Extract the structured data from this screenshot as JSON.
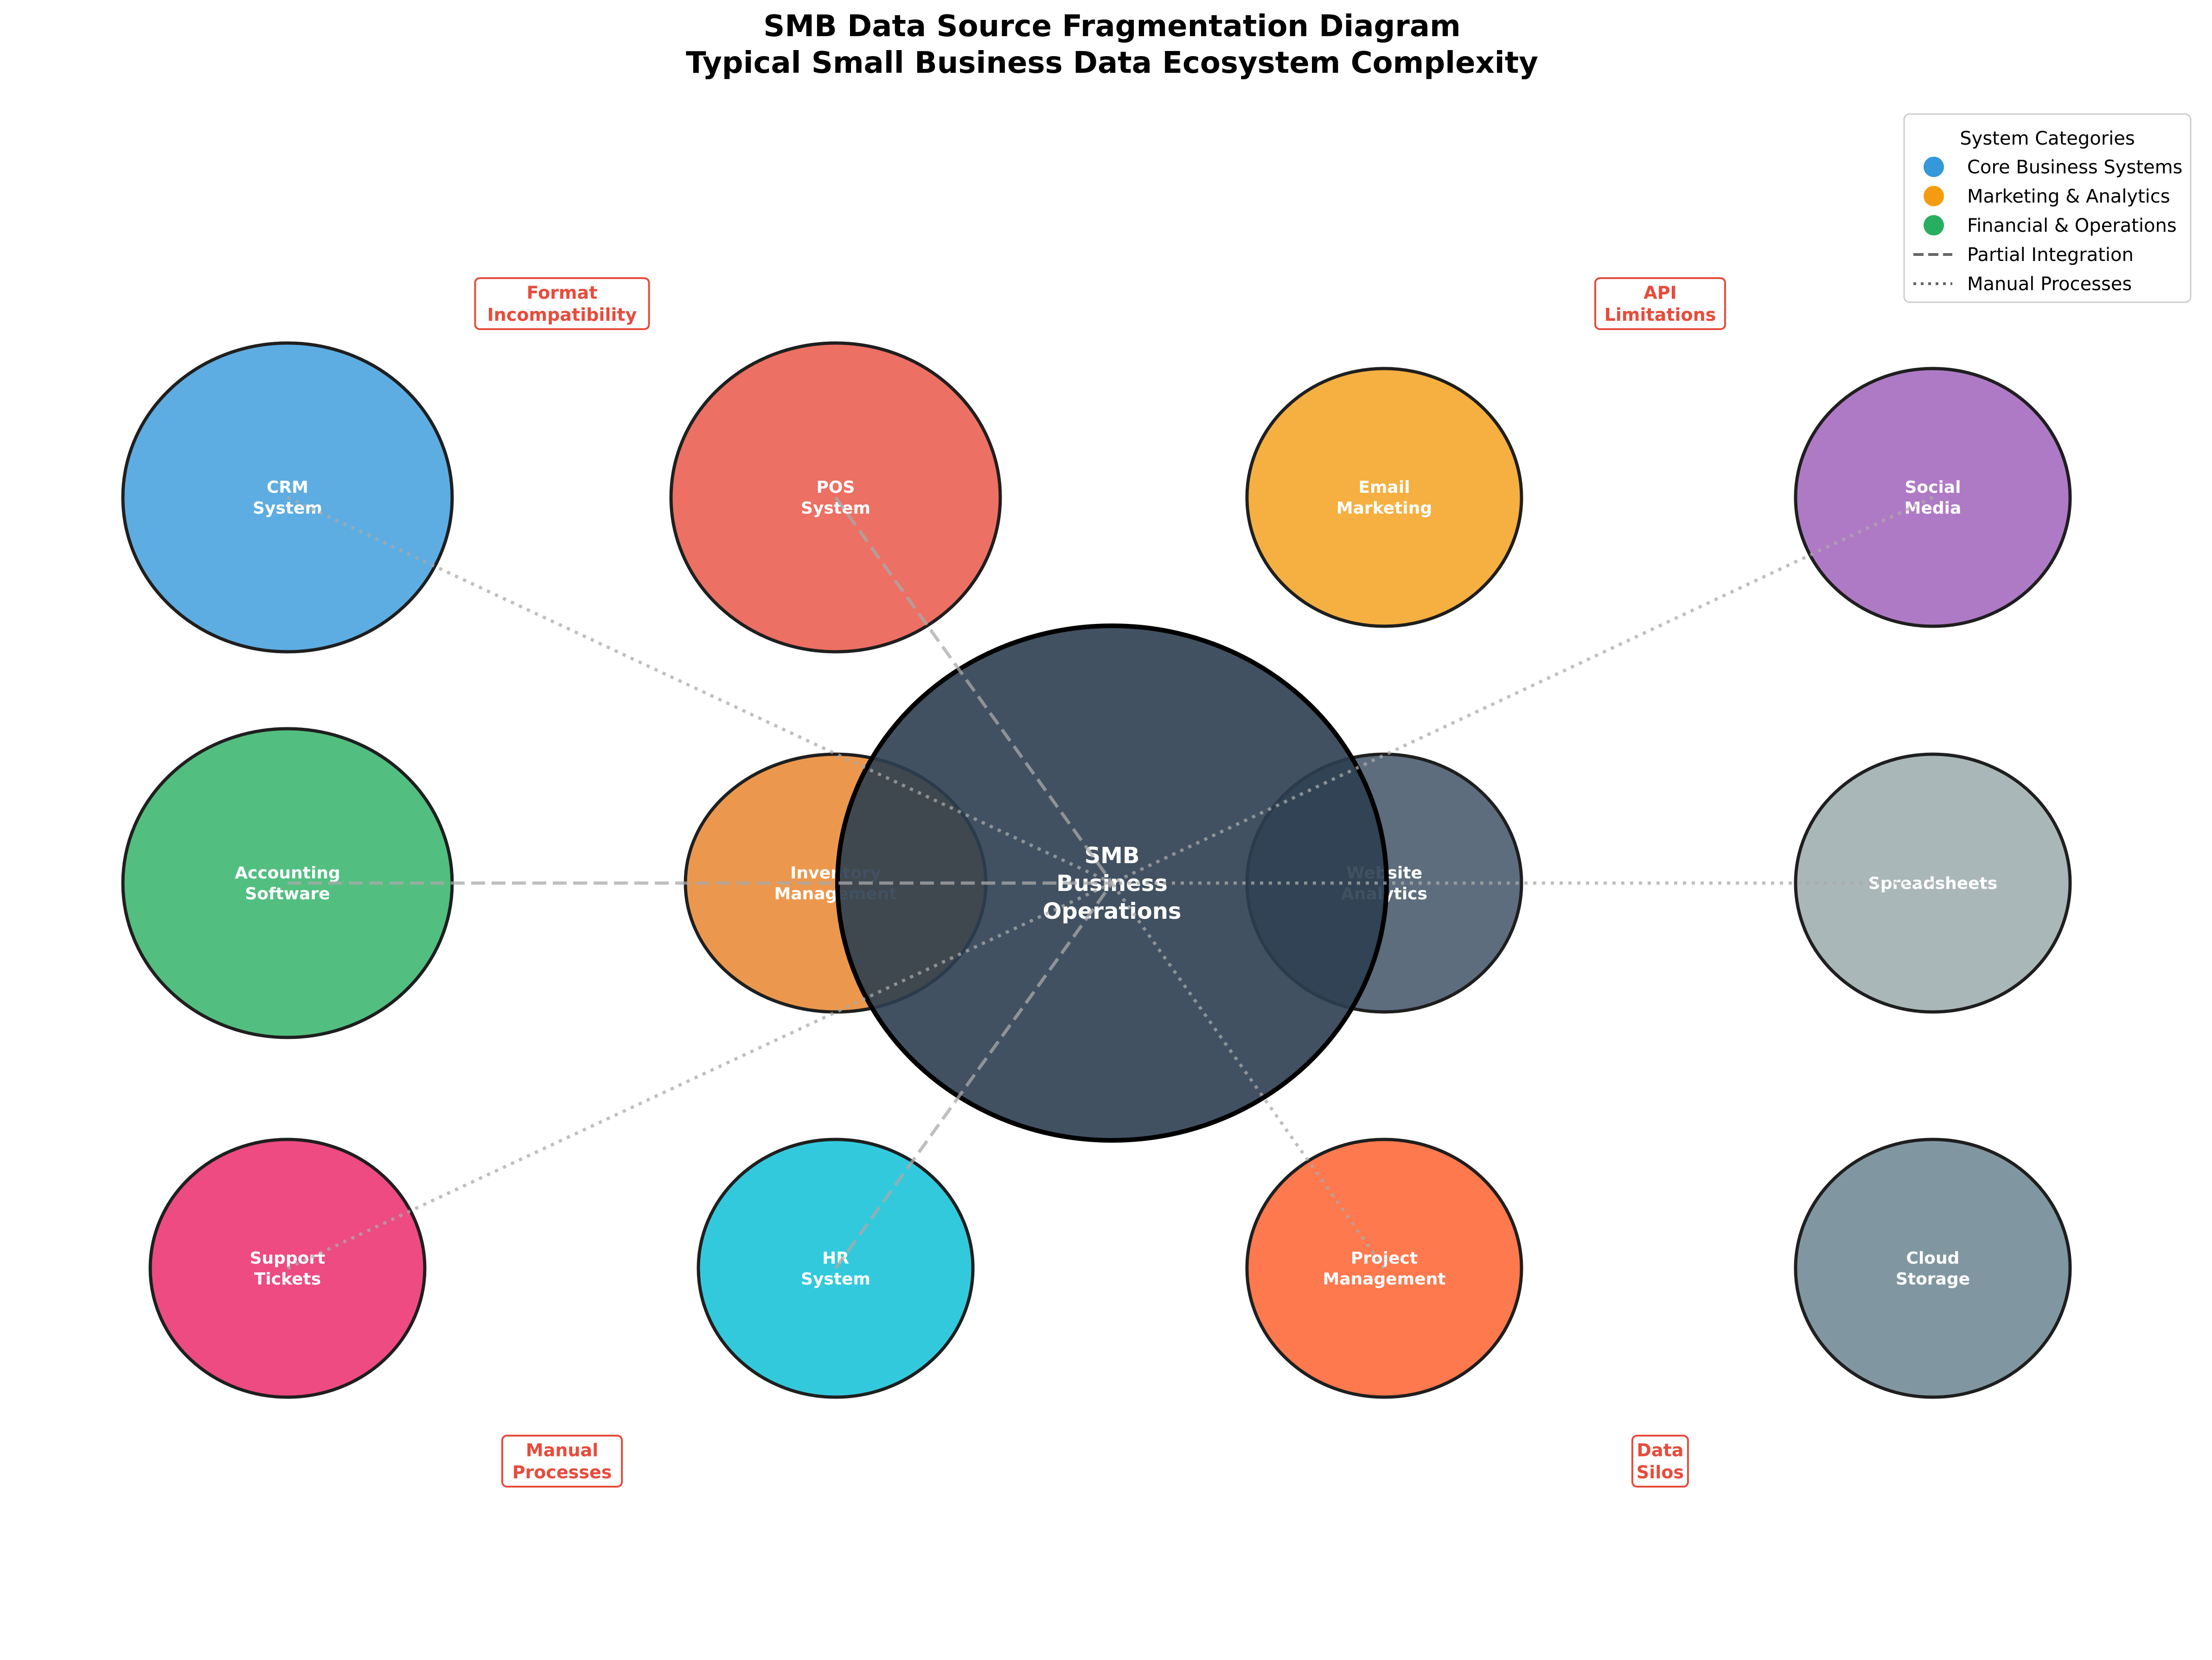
{
  "title": {
    "line1": "SMB Data Source Fragmentation Diagram",
    "line2": "Typical Small Business Data Ecosystem Complexity"
  },
  "center": {
    "lines": [
      "SMB",
      "Business",
      "Operations"
    ],
    "color": "#2c3e50"
  },
  "nodes": [
    {
      "id": "crm",
      "lines": [
        "CRM",
        "System"
      ],
      "color": "#3498db"
    },
    {
      "id": "pos",
      "lines": [
        "POS",
        "System"
      ],
      "color": "#e74c3c"
    },
    {
      "id": "email",
      "lines": [
        "Email",
        "Marketing"
      ],
      "color": "#f39c12"
    },
    {
      "id": "social",
      "lines": [
        "Social",
        "Media"
      ],
      "color": "#9b59b6"
    },
    {
      "id": "accounting",
      "lines": [
        "Accounting",
        "Software"
      ],
      "color": "#27ae60"
    },
    {
      "id": "inventory",
      "lines": [
        "Inventory",
        "Management"
      ],
      "color": "#e67e22"
    },
    {
      "id": "website",
      "lines": [
        "Website",
        "Analytics"
      ],
      "color": "#34495e"
    },
    {
      "id": "spreadsheets",
      "lines": [
        "Spreadsheets"
      ],
      "color": "#95a5a6"
    },
    {
      "id": "support",
      "lines": [
        "Support",
        "Tickets"
      ],
      "color": "#e91e63"
    },
    {
      "id": "hr",
      "lines": [
        "HR",
        "System"
      ],
      "color": "#00bcd4"
    },
    {
      "id": "project",
      "lines": [
        "Project",
        "Management"
      ],
      "color": "#ff5722"
    },
    {
      "id": "cloud",
      "lines": [
        "Cloud",
        "Storage"
      ],
      "color": "#607d8b"
    }
  ],
  "connections": [
    {
      "from": "crm",
      "type": "manual"
    },
    {
      "from": "pos",
      "type": "partial"
    },
    {
      "from": "social",
      "type": "manual"
    },
    {
      "from": "accounting",
      "type": "partial"
    },
    {
      "from": "spreadsheets",
      "type": "manual"
    },
    {
      "from": "support",
      "type": "manual"
    },
    {
      "from": "hr",
      "type": "partial"
    },
    {
      "from": "project",
      "type": "manual"
    }
  ],
  "issues": [
    {
      "id": "format",
      "lines": [
        "Format",
        "Incompatibility"
      ]
    },
    {
      "id": "api",
      "lines": [
        "API",
        "Limitations"
      ]
    },
    {
      "id": "manual",
      "lines": [
        "Manual",
        "Processes"
      ]
    },
    {
      "id": "silos",
      "lines": [
        "Data",
        "Silos"
      ]
    }
  ],
  "issue_color": "#e74c3c",
  "legend": {
    "title": "System Categories",
    "items": [
      {
        "label": "Core Business Systems",
        "kind": "dot",
        "color": "#3498db"
      },
      {
        "label": "Marketing & Analytics",
        "kind": "dot",
        "color": "#f39c12"
      },
      {
        "label": "Financial & Operations",
        "kind": "dot",
        "color": "#27ae60"
      },
      {
        "label": "Partial Integration",
        "kind": "dashed",
        "color": "#666666"
      },
      {
        "label": "Manual Processes",
        "kind": "dotted",
        "color": "#666666"
      }
    ]
  }
}
